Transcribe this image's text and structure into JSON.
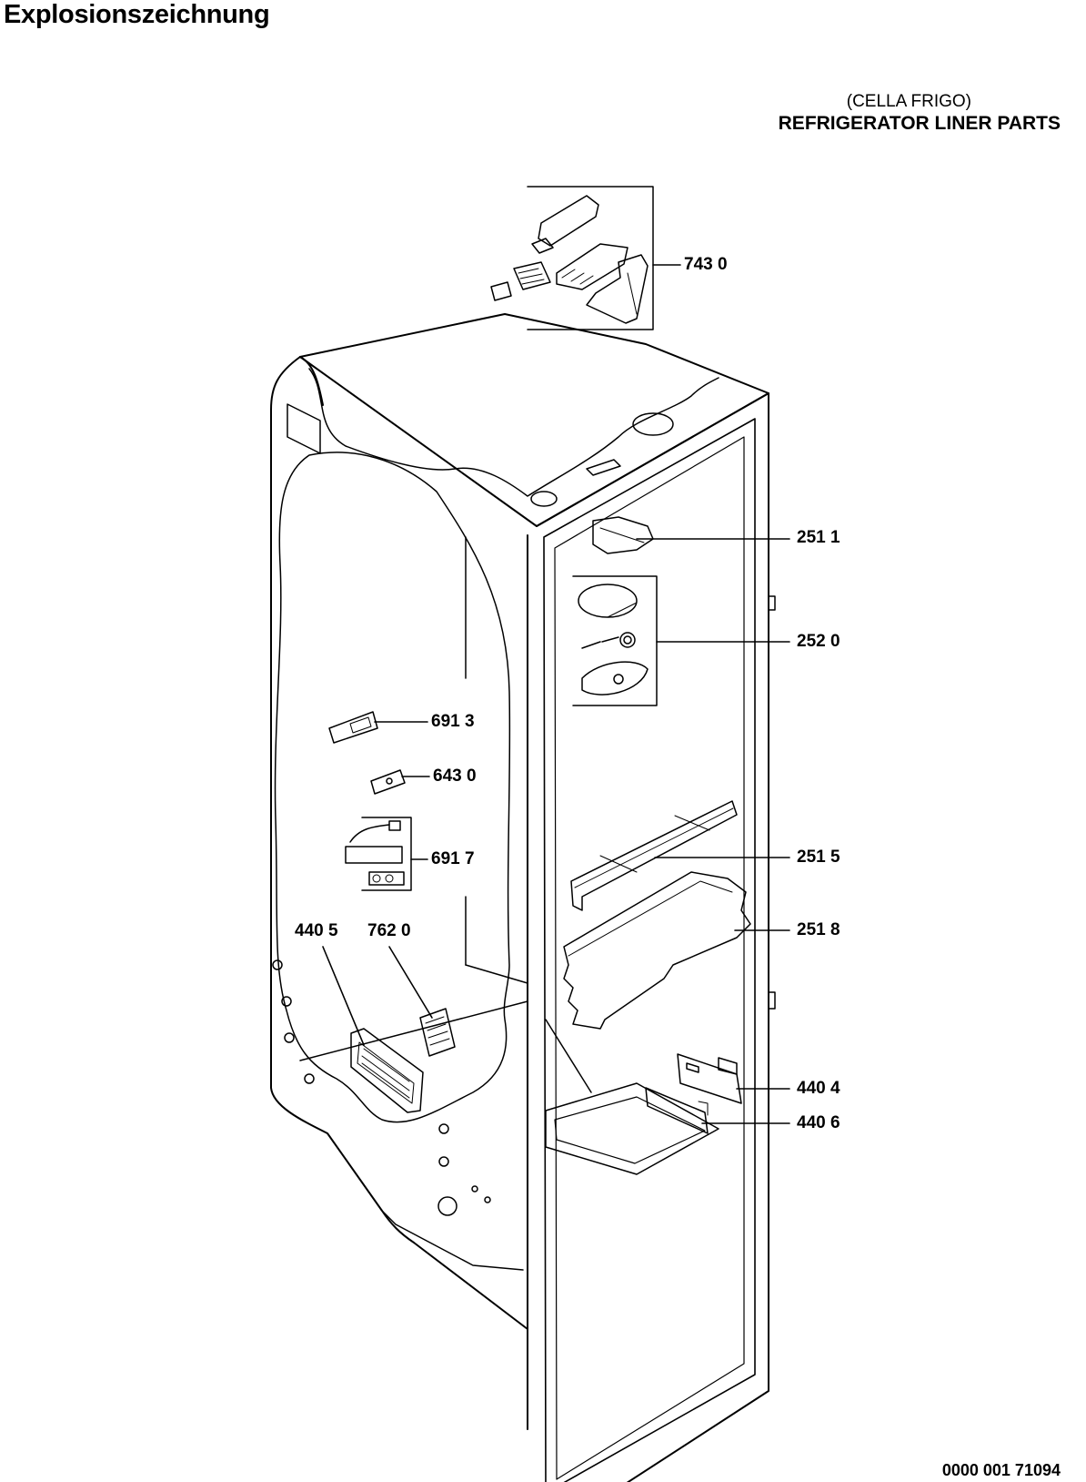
{
  "header": {
    "title": "Explosionszeichnung",
    "subtitle_local": "(CELLA FRIGO)",
    "subtitle_en": "REFRIGERATOR LINER PARTS"
  },
  "callouts": [
    {
      "id": "c7430",
      "label": "743 0"
    },
    {
      "id": "c2511",
      "label": "251 1"
    },
    {
      "id": "c2520",
      "label": "252 0"
    },
    {
      "id": "c6913",
      "label": "691 3"
    },
    {
      "id": "c6430",
      "label": "643 0"
    },
    {
      "id": "c6917",
      "label": "691 7"
    },
    {
      "id": "c2515",
      "label": "251 5"
    },
    {
      "id": "c4405",
      "label": "440 5"
    },
    {
      "id": "c7620",
      "label": "762 0"
    },
    {
      "id": "c2518",
      "label": "251 8"
    },
    {
      "id": "c4404",
      "label": "440 4"
    },
    {
      "id": "c4406",
      "label": "440 6"
    }
  ],
  "footer": {
    "doc_number": "0000 001 71094"
  }
}
